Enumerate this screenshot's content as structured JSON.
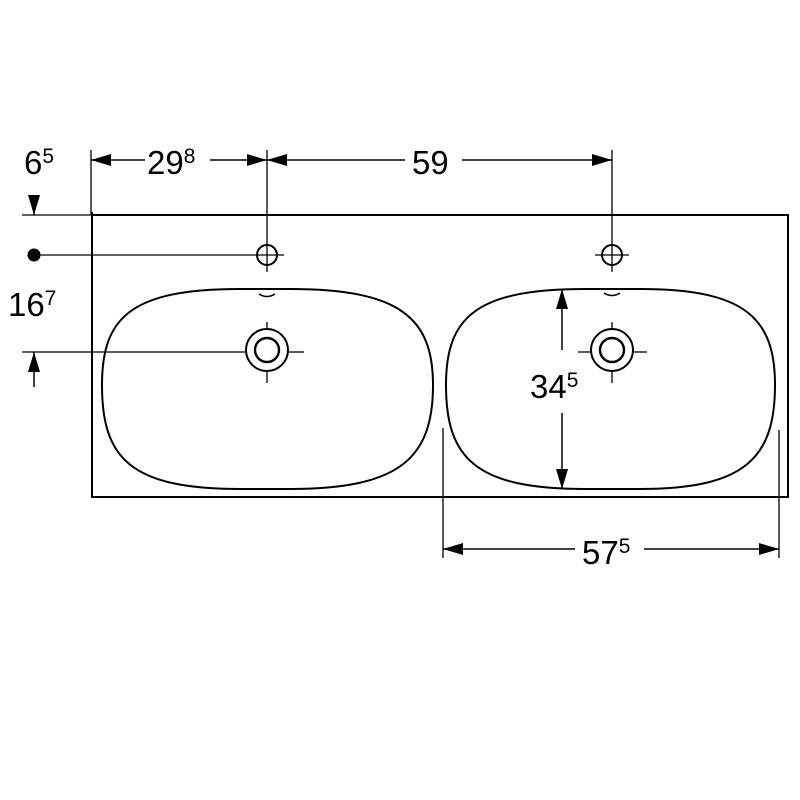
{
  "colors": {
    "line": "#000000",
    "background": "#ffffff"
  },
  "dimensions": {
    "top_offset": {
      "main": "6",
      "sup": "5"
    },
    "left_tap_hole": {
      "main": "29",
      "sup": "8"
    },
    "tap_hole_spacing": {
      "main": "59",
      "sup": ""
    },
    "hole_depth": {
      "main": "16",
      "sup": "7"
    },
    "bowl_depth": {
      "main": "34",
      "sup": "5"
    },
    "bowl_width": {
      "main": "57",
      "sup": "5"
    }
  }
}
